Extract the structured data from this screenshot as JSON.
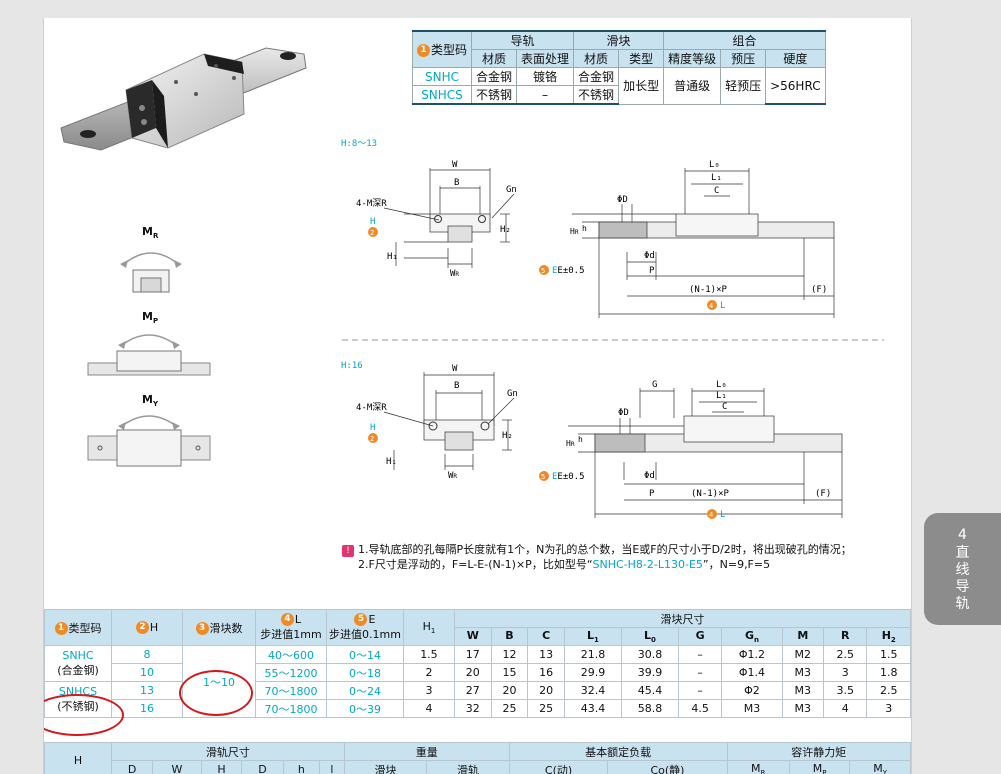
{
  "top_table": {
    "type_code": "类型码",
    "rail": "导轨",
    "slider": "滑块",
    "combo": "组合",
    "material": "材质",
    "surface": "表面处理",
    "material2": "材质",
    "kind": "类型",
    "precision": "精度等级",
    "preload": "预压",
    "hardness": "硬度",
    "rows": [
      {
        "code": "SNHC",
        "rail_mat": "合金钢",
        "surface": "镀铬",
        "slider_mat": "合金钢"
      },
      {
        "code": "SNHCS",
        "rail_mat": "不锈钢",
        "surface": "–",
        "slider_mat": "不锈钢"
      }
    ],
    "kind_val": "加长型",
    "precision_val": "普通级",
    "preload_val": "轻预压",
    "hardness_val": ">56HRC"
  },
  "moments": {
    "mr": "M",
    "mr_sub": "R",
    "mp": "M",
    "mp_sub": "P",
    "my": "M",
    "my_sub": "Y"
  },
  "diagrams": {
    "h1_label": "H:8～13",
    "h2_label": "H:16",
    "W": "W",
    "B": "B",
    "Gn": "Gn",
    "M": "4-M深R",
    "H": "H",
    "H2": "H₂",
    "H1": "H₁",
    "WR": "W",
    "WR_sub": "R",
    "L0": "L₀",
    "L1": "L₁",
    "C": "C",
    "phiD": "ΦD",
    "phid": "Φd",
    "P": "P",
    "HR": "H",
    "HR_sub": "R",
    "h": "h",
    "E": "E±0.5",
    "NP": "(N-1)×P",
    "F": "(F)",
    "L": "L",
    "G": "G"
  },
  "note": {
    "line1": "1.导轨底部的孔每隔P长度就有1个，N为孔的总个数，当E或F的尺寸小于D/2时，将出现破孔的情况；",
    "line2a": "2.F尺寸是浮动的，F=L-E-(N-1)×P，比如型号“",
    "line2b": "SNHC-H8-2-L130-E5",
    "line2c": "”，N=9,F=5"
  },
  "main_table": {
    "h_type": "类型码",
    "h_H": "H",
    "h_count": "滑块数",
    "h_L": "L",
    "h_L2": "步进值1mm",
    "h_E": "E",
    "h_E2": "步进值0.1mm",
    "h_H1": "H",
    "h_H1_sub": "1",
    "h_slider": "滑块尺寸",
    "cols": [
      "W",
      "B",
      "C",
      "L",
      "L",
      "G",
      "G",
      "M",
      "R",
      "H"
    ],
    "col_subs": [
      "",
      "",
      "",
      "1",
      "0",
      "",
      "n",
      "",
      "",
      "2"
    ],
    "codes": [
      {
        "code": "SNHC",
        "mat": "(合金钢)"
      },
      {
        "code": "SNHCS",
        "mat": "(不锈钢)"
      }
    ],
    "count": "1～10",
    "rows": [
      {
        "H": "8",
        "L": "40～600",
        "E": "0～14",
        "H1": "1.5",
        "vals": [
          "17",
          "12",
          "13",
          "21.8",
          "30.8",
          "–",
          "Φ1.2",
          "M2",
          "2.5",
          "1.5"
        ]
      },
      {
        "H": "10",
        "L": "55～1200",
        "E": "0～18",
        "H1": "2",
        "vals": [
          "20",
          "15",
          "16",
          "29.9",
          "39.9",
          "–",
          "Φ1.4",
          "M3",
          "3",
          "1.8"
        ]
      },
      {
        "H": "13",
        "L": "70～1800",
        "E": "0～24",
        "H1": "3",
        "vals": [
          "27",
          "20",
          "20",
          "32.4",
          "45.4",
          "–",
          "Φ2",
          "M3",
          "3.5",
          "2.5"
        ]
      },
      {
        "H": "16",
        "L": "70～1800",
        "E": "0～39",
        "H1": "4",
        "vals": [
          "32",
          "25",
          "25",
          "43.4",
          "58.8",
          "4.5",
          "M3",
          "M3",
          "4",
          "3"
        ]
      }
    ]
  },
  "bottom_table": {
    "H": "H",
    "rail_dims": "滑轨尺寸",
    "weight": "重量",
    "load": "基本额定负载",
    "static": "容许静力矩",
    "w_slider": "滑块",
    "w_rail": "滑轨",
    "c_dyn": "C(动)",
    "c0": "Co(静)",
    "m": "M",
    "m_subs": [
      "R",
      "P",
      "Y"
    ],
    "sub_cols": [
      "D",
      "W",
      "H",
      "D",
      "h",
      "l"
    ]
  },
  "side_tab": {
    "number": "4",
    "label": "直线导轨"
  },
  "colors": {
    "accent": "#00a8c8",
    "header": "#c8e2f0",
    "tab": "#8c8c8c",
    "highlight": "#d31919",
    "badge": "#f08a24"
  }
}
